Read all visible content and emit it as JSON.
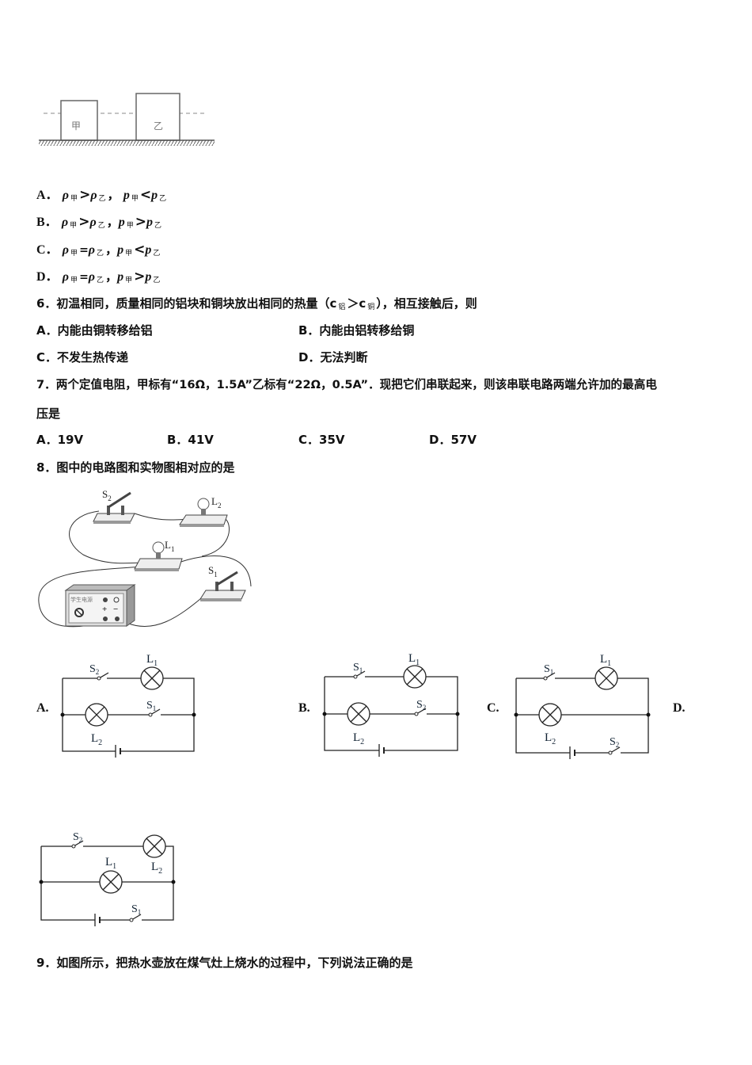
{
  "figure_blocks": {
    "left_label": "甲",
    "right_label": "乙"
  },
  "q5_options": [
    {
      "letter": "A．",
      "rho_rel": ">",
      "p_rel": "<",
      "sub_a": "甲",
      "sub_b": "乙"
    },
    {
      "letter": "B．",
      "rho_rel": ">",
      "p_rel": ">",
      "sub_a": "甲",
      "sub_b": "乙"
    },
    {
      "letter": "C．",
      "rho_rel": "=",
      "p_rel": "<",
      "sub_a": "甲",
      "sub_b": "乙"
    },
    {
      "letter": "D．",
      "rho_rel": "=",
      "p_rel": ">",
      "sub_a": "甲",
      "sub_b": "乙"
    }
  ],
  "symbols": {
    "rho": "ρ",
    "p": "p",
    "comma": "，"
  },
  "q6": {
    "stem_before": "6．初温相同，质量相同的铝块和铜块放出相同的热量（c",
    "sub_al": "铝",
    "gt": "＞c",
    "sub_cu": "铜",
    "stem_after": "），相互接触后，则",
    "options": [
      {
        "text": "A．内能由铜转移给铝"
      },
      {
        "text": "B．内能由铝转移给铜"
      },
      {
        "text": "C．不发生热传递"
      },
      {
        "text": "D．无法判断"
      }
    ]
  },
  "q7": {
    "stem_line1": "7．两个定值电阻，甲标有“16Ω，1.5A”乙标有“22Ω，0.5A”．现把它们串联起来，则该串联电路两端允许加的最高电",
    "stem_line2": "压是",
    "options": [
      {
        "text": "A．19V"
      },
      {
        "text": "B．41V"
      },
      {
        "text": "C．35V"
      },
      {
        "text": "D．57V"
      }
    ]
  },
  "q8": {
    "stem": "8．图中的电路图和实物图相对应的是",
    "photo": {
      "S2": "S",
      "S2_sub": "2",
      "L2": "L",
      "L2_sub": "2",
      "L1": "L",
      "L1_sub": "1",
      "S1": "S",
      "S1_sub": "1",
      "power_label": "学生电源",
      "plus": "+",
      "minus": "−"
    },
    "circuits": [
      {
        "letter": "A.",
        "top_switch": "S",
        "top_switch_sub": "2",
        "top_lamp": "L",
        "top_lamp_sub": "1",
        "mid_switch": "S",
        "mid_switch_sub": "1",
        "mid_lamp": "L",
        "mid_lamp_sub": "2"
      },
      {
        "letter": "B.",
        "top_switch": "S",
        "top_switch_sub": "1",
        "top_lamp": "L",
        "top_lamp_sub": "1",
        "mid_switch": "S",
        "mid_switch_sub": "2",
        "mid_lamp": "L",
        "mid_lamp_sub": "2"
      },
      {
        "letter": "C.",
        "top_switch": "S",
        "top_switch_sub": "1",
        "top_lamp": "L",
        "top_lamp_sub": "1",
        "mid_lamp": "L",
        "mid_lamp_sub": "2",
        "bottom_switch": "S",
        "bottom_switch_sub": "2"
      },
      {
        "letter": "D.",
        "top_switch": "S",
        "top_switch_sub": "2",
        "top_lamp": "L",
        "top_lamp_sub": "2",
        "mid_lamp": "L",
        "mid_lamp_sub": "1",
        "bottom_switch": "S",
        "bottom_switch_sub": "1"
      }
    ]
  },
  "q9": {
    "stem": "9．如图所示，把热水壶放在煤气灶上烧水的过程中，下列说法正确的是"
  }
}
